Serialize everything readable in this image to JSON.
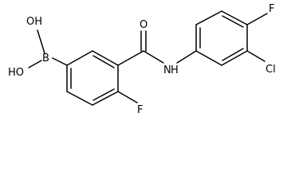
{
  "molecule": {
    "labels": {
      "oh_top": "OH",
      "ho_left": "HO",
      "boron": "B",
      "carbonyl_o": "O",
      "amide_n": "N",
      "amide_h": "H",
      "fluoro_bottom": "F",
      "fluoro_right": "F",
      "chloro": "Cl"
    }
  }
}
